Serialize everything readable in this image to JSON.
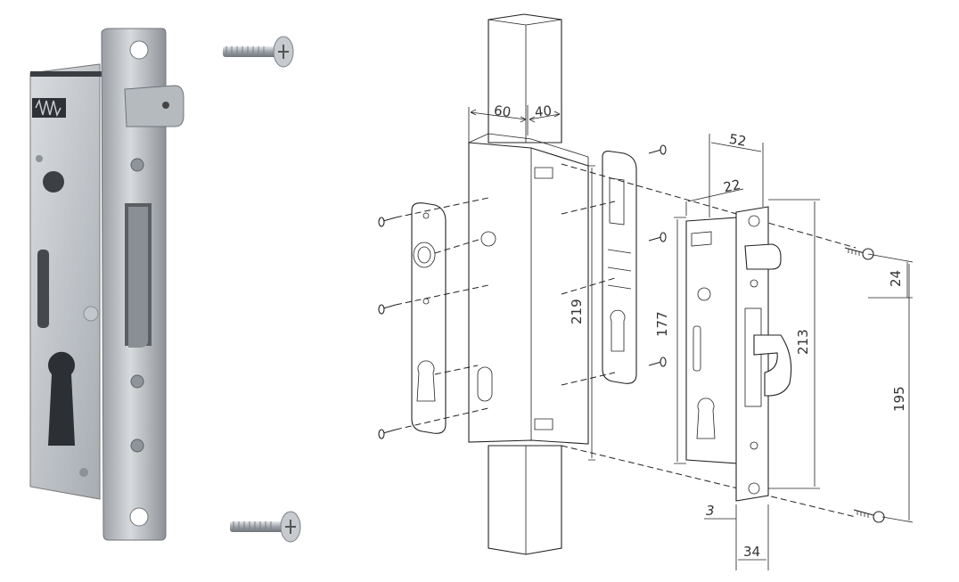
{
  "colors": {
    "steel_light": "#e4e6e8",
    "steel_mid": "#b9bdc2",
    "steel_dark": "#7d8289",
    "line": "#222222",
    "background": "#ffffff"
  },
  "icons": [
    "mortise-lock-photo",
    "screw-icon"
  ],
  "dimensions": {
    "post_width_a": "60",
    "post_width_b": "40",
    "body_width": "52",
    "backset": "22",
    "hole_spacing": "219",
    "lock_body_height": "177",
    "faceplate_height": "213",
    "screw_spacing": "195",
    "latch_offset": "24",
    "faceplate_thickness": "3",
    "faceplate_width": "34"
  }
}
